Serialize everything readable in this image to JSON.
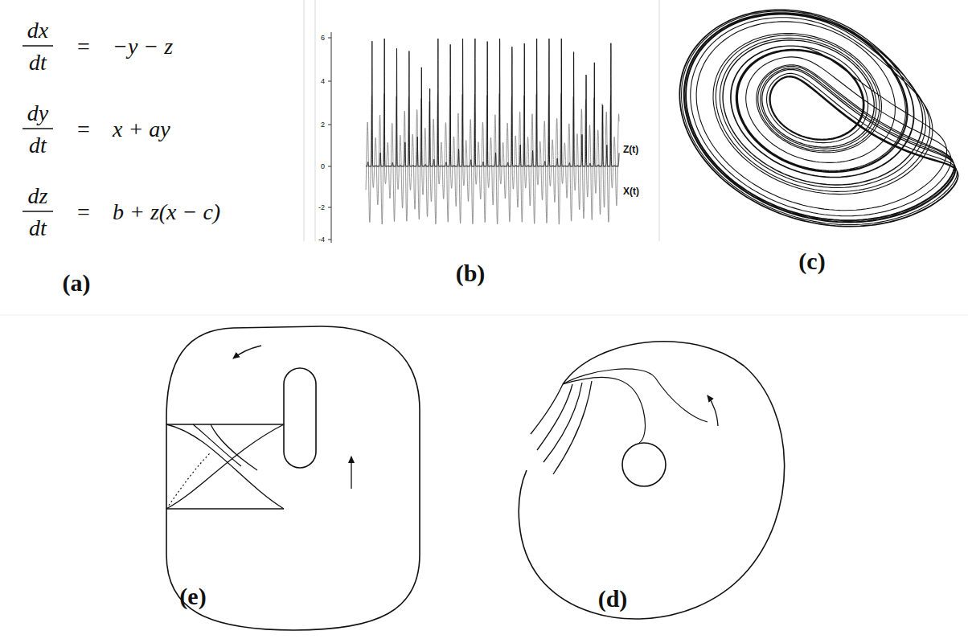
{
  "diagram": {
    "labels": [
      "dx",
      "dt",
      "=",
      "−y − z",
      "dy",
      "dt",
      "=",
      "x + ay",
      "dz",
      "dt",
      "=",
      "b + z(x − c)",
      "(a)",
      "6",
      "4",
      "2",
      "0",
      "-2",
      "-4",
      "Z(t)",
      "X(t)",
      "(b)",
      "(c)",
      "(e)",
      "(d)"
    ]
  }
}
